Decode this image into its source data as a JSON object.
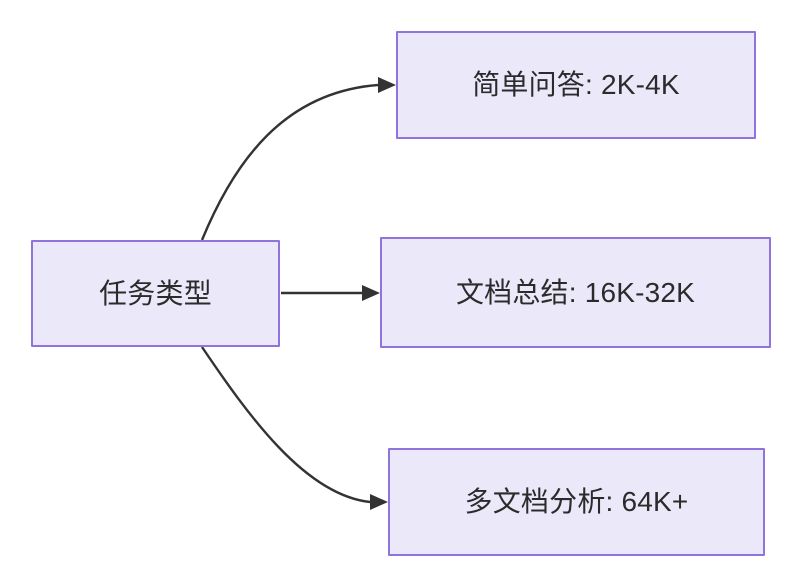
{
  "diagram": {
    "type": "flowchart",
    "direction": "left-to-right",
    "background_color": "#ffffff",
    "node_fill_color": "#ebe8fa",
    "node_border_color": "#9173dd",
    "node_text_color": "#2b2b2b",
    "edge_color": "#333333",
    "root": {
      "id": "node-source",
      "label": "任务类型"
    },
    "branches": [
      {
        "id": "node-simple-qa",
        "label": "简单问答: 2K-4K",
        "task": "简单问答",
        "context_length": "2K-4K",
        "edge_style": "curved"
      },
      {
        "id": "node-doc-summary",
        "label": "文档总结: 16K-32K",
        "task": "文档总结",
        "context_length": "16K-32K",
        "edge_style": "straight"
      },
      {
        "id": "node-multi-doc",
        "label": "多文档分析: 64K+",
        "task": "多文档分析",
        "context_length": "64K+",
        "edge_style": "curved"
      }
    ]
  }
}
